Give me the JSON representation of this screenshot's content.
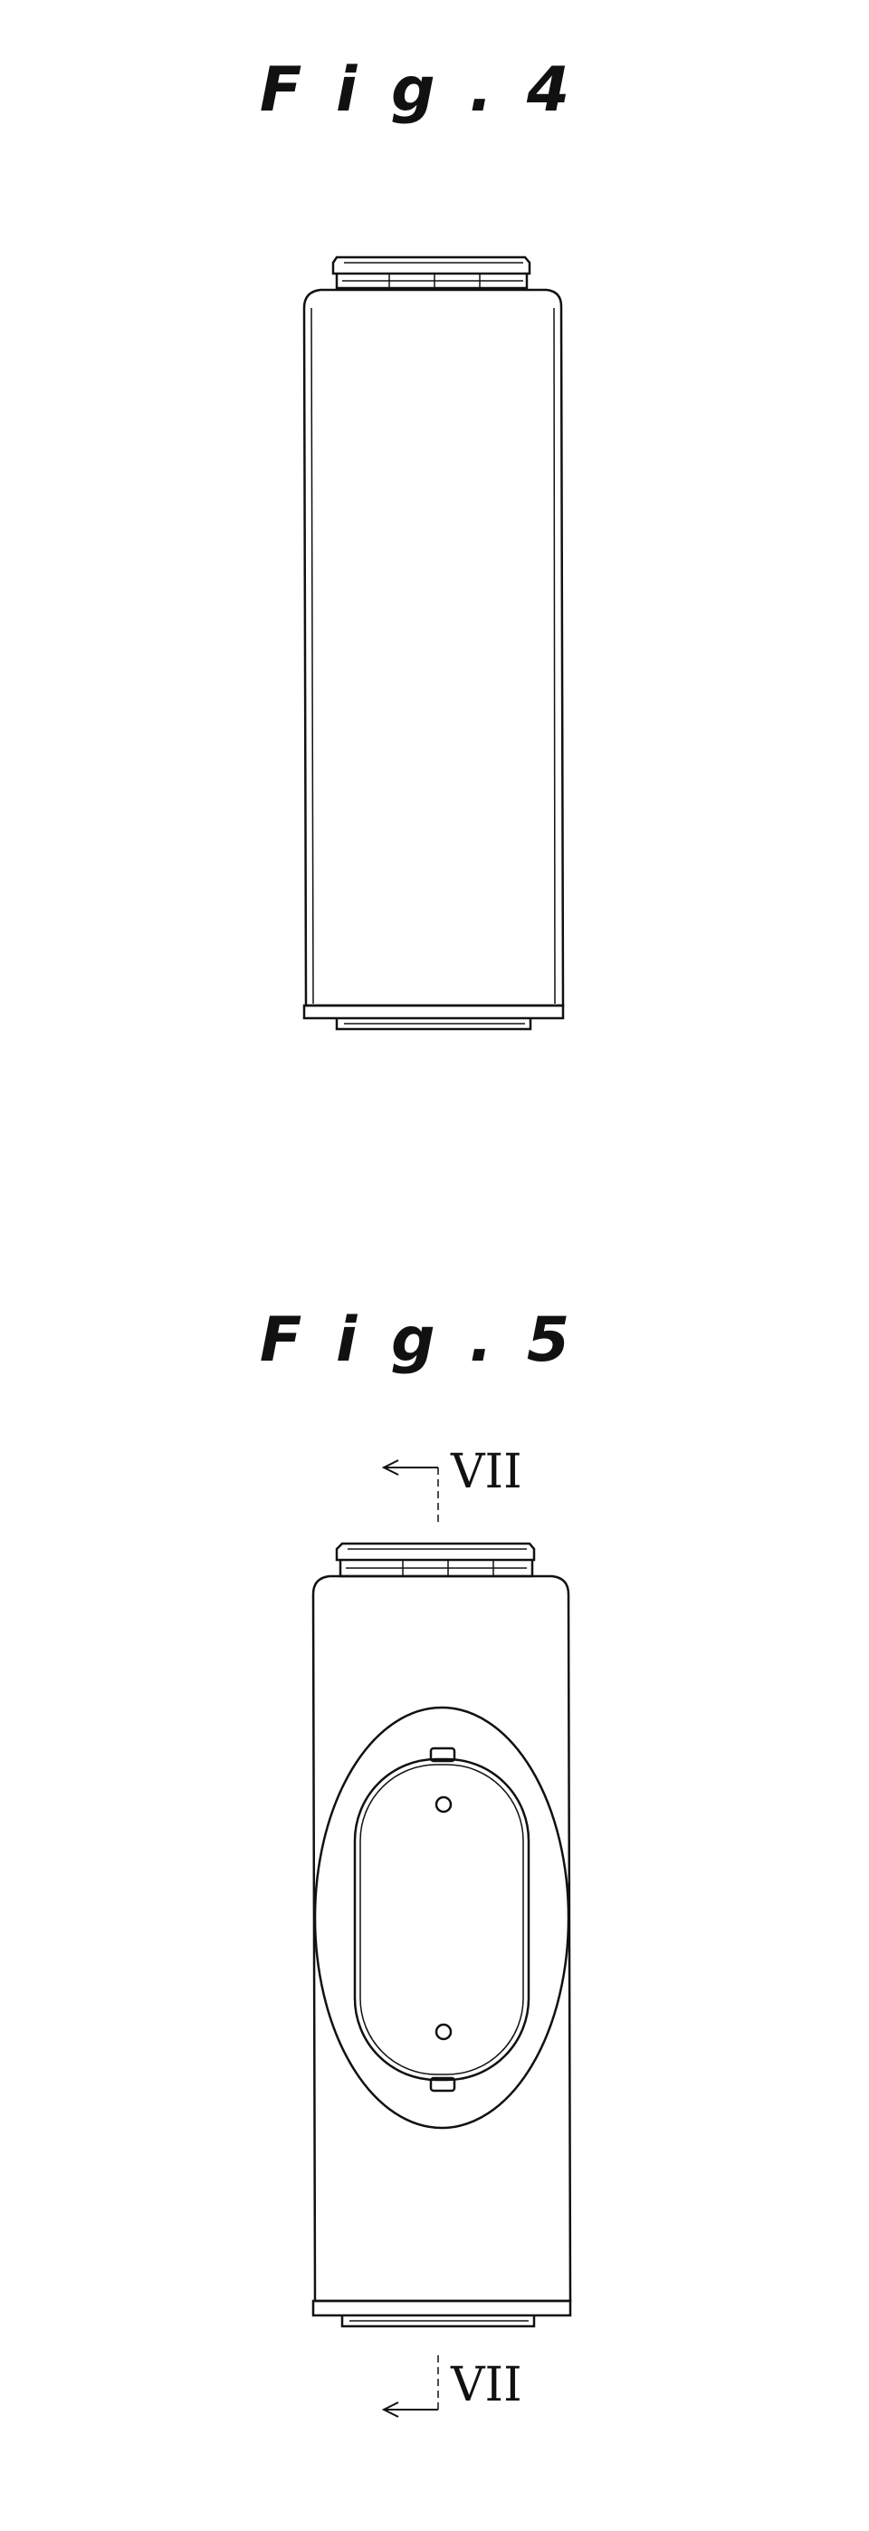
{
  "figures": {
    "fig4": {
      "title": "F i g . 4"
    },
    "fig5": {
      "title": "F i g . 5",
      "section_label_top": "VII",
      "section_label_bottom": "VII"
    }
  },
  "colors": {
    "line": "#111111",
    "background": "#ffffff"
  }
}
